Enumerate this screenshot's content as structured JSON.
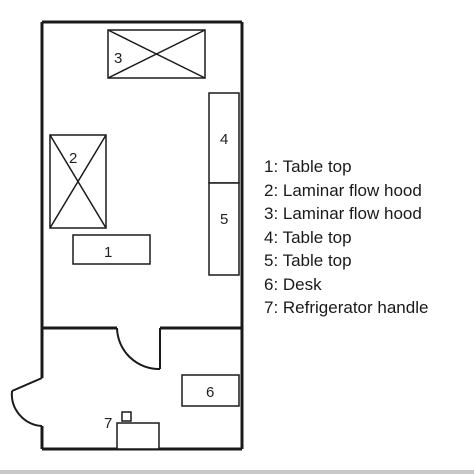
{
  "labels": {
    "n1": "1",
    "n2": "2",
    "n3": "3",
    "n4": "4",
    "n5": "5",
    "n6": "6",
    "n7": "7"
  },
  "legend": [
    {
      "text": "1: Table top"
    },
    {
      "text": "2: Laminar flow hood"
    },
    {
      "text": "3: Laminar flow hood"
    },
    {
      "text": "4: Table top"
    },
    {
      "text": "5: Table top"
    },
    {
      "text": "6: Desk"
    },
    {
      "text": "7: Refrigerator handle"
    }
  ]
}
